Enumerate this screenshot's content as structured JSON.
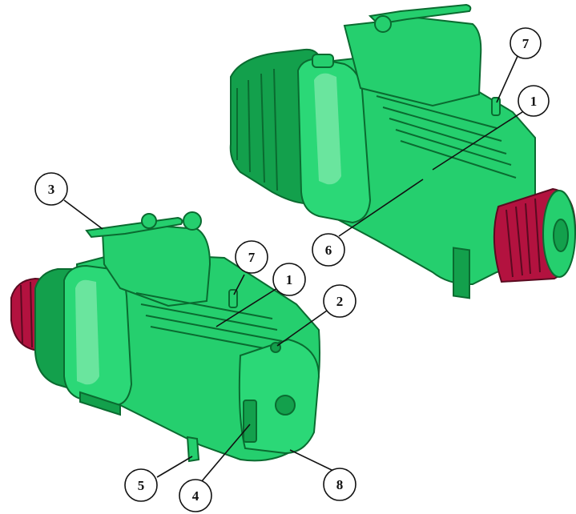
{
  "colors": {
    "body_green": "#25cf6e",
    "shade_green": "#13a04c",
    "dark_green": "#0a6b30",
    "highlight_green": "#9ff0c0",
    "pulley_red": "#b3123f",
    "pulley_dark": "#5a0a20",
    "callout_line": "#111111"
  },
  "callouts": {
    "top_unit": [
      {
        "label": "7"
      },
      {
        "label": "1"
      },
      {
        "label": "6"
      }
    ],
    "bottom_unit": [
      {
        "label": "3"
      },
      {
        "label": "7"
      },
      {
        "label": "1"
      },
      {
        "label": "2"
      },
      {
        "label": "5"
      },
      {
        "label": "4"
      },
      {
        "label": "8"
      }
    ]
  }
}
